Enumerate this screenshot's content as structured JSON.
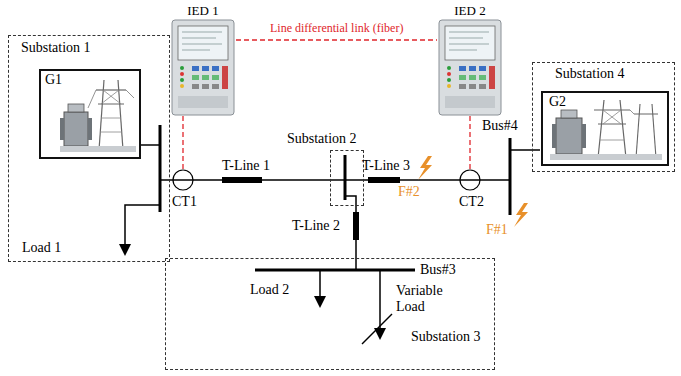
{
  "diagram": {
    "nodes": [
      {
        "text": [
          "Substation 1"
        ]
      },
      {
        "text": [
          "G1"
        ],
        "in": 0
      },
      {
        "text": [
          "Substation 2"
        ]
      },
      {
        "text": [
          "Substation 4"
        ]
      },
      {
        "text": [
          "G2"
        ],
        "in": 3
      },
      {
        "text": [
          "Substation 3"
        ]
      },
      {
        "text": [
          "IED 1"
        ]
      },
      {
        "text": [
          "IED 2"
        ]
      }
    ],
    "edges": [
      {
        "from": 6,
        "to": 7,
        "arrow": "none",
        "label": "Line differential link (fiber)"
      }
    ],
    "labels": [
      "CT1",
      "T-Line 1",
      "T-Line 3",
      "F#2",
      "CT2",
      "Bus#4",
      "F#1",
      "Load 1",
      "T-Line 2",
      "Bus#3",
      "Load 2",
      "Variable Load"
    ]
  }
}
